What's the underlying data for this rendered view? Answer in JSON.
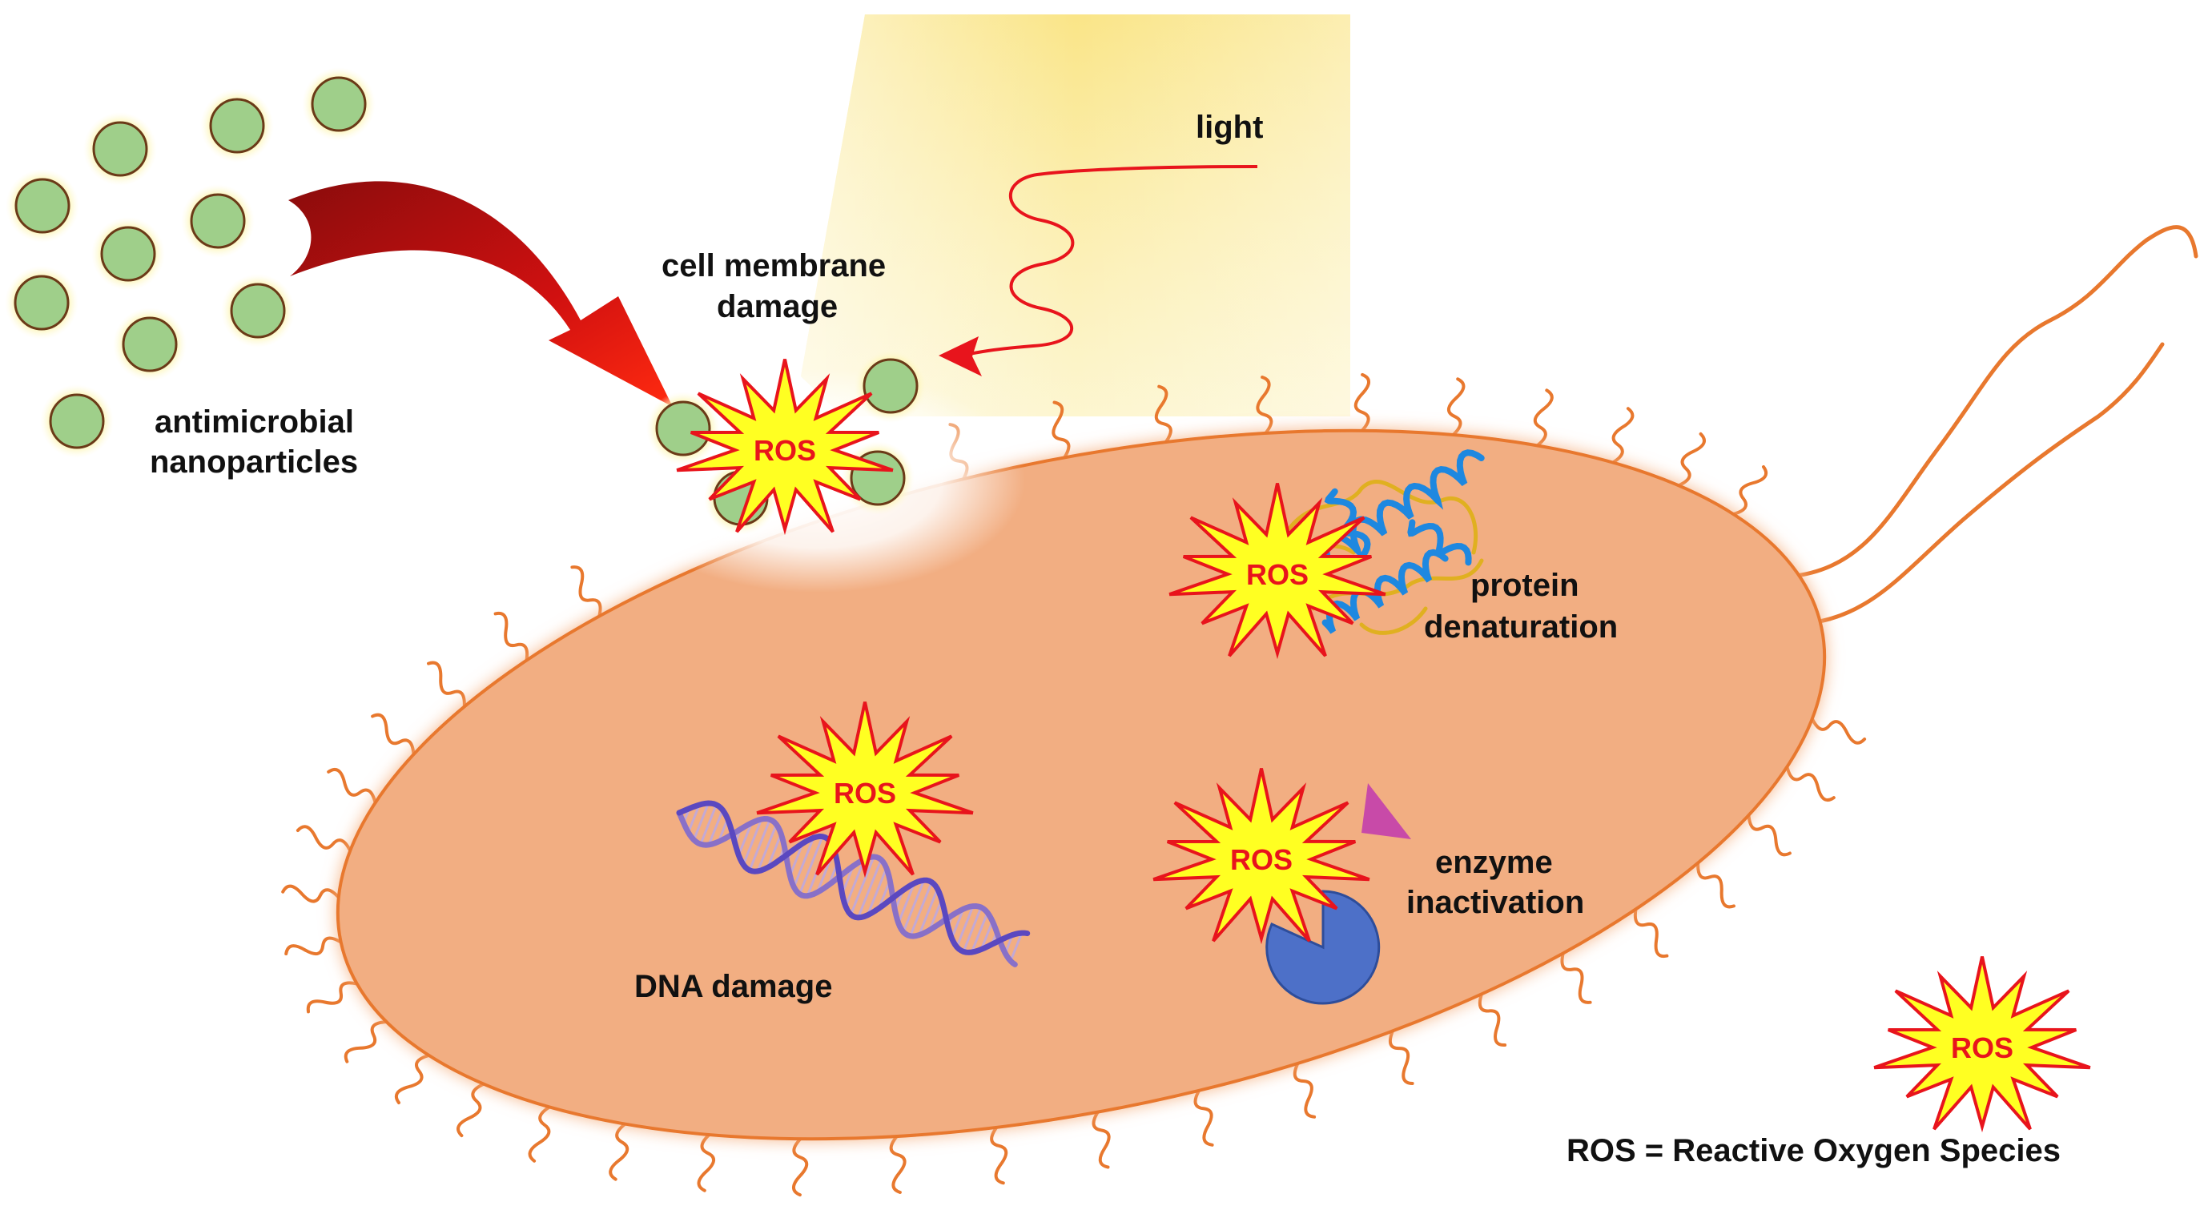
{
  "labels": {
    "nanoparticles_line1": "antimicrobial",
    "nanoparticles_line2": "nanoparticles",
    "light": "light",
    "membrane_line1": "cell membrane",
    "membrane_line2": "damage",
    "protein_line1": "protein",
    "protein_line2": "denaturation",
    "enzyme_line1": "enzyme",
    "enzyme_line2": "inactivation",
    "dna": "DNA damage",
    "legend": "ROS = Reactive Oxygen Species"
  },
  "ros_label": "ROS",
  "colors": {
    "cell_fill": "#f2ae82",
    "cell_stroke": "#e8782e",
    "nanoparticle_fill": "#9fcf8a",
    "nanoparticle_glow": "#fbf3a0",
    "nanoparticle_stroke": "#6b3a18",
    "light_beam": "#f9e27a",
    "light_wave": "#e8141c",
    "ros_fill": "#ffff22",
    "ros_stroke": "#e8141c",
    "delivery_arrow": "#d01010",
    "protein_helix": "#1e88e0",
    "protein_coil": "#e0b020",
    "dna_color": "#8870c8",
    "enzyme_body": "#4d70c8",
    "enzyme_substrate": "#c84aa8"
  }
}
